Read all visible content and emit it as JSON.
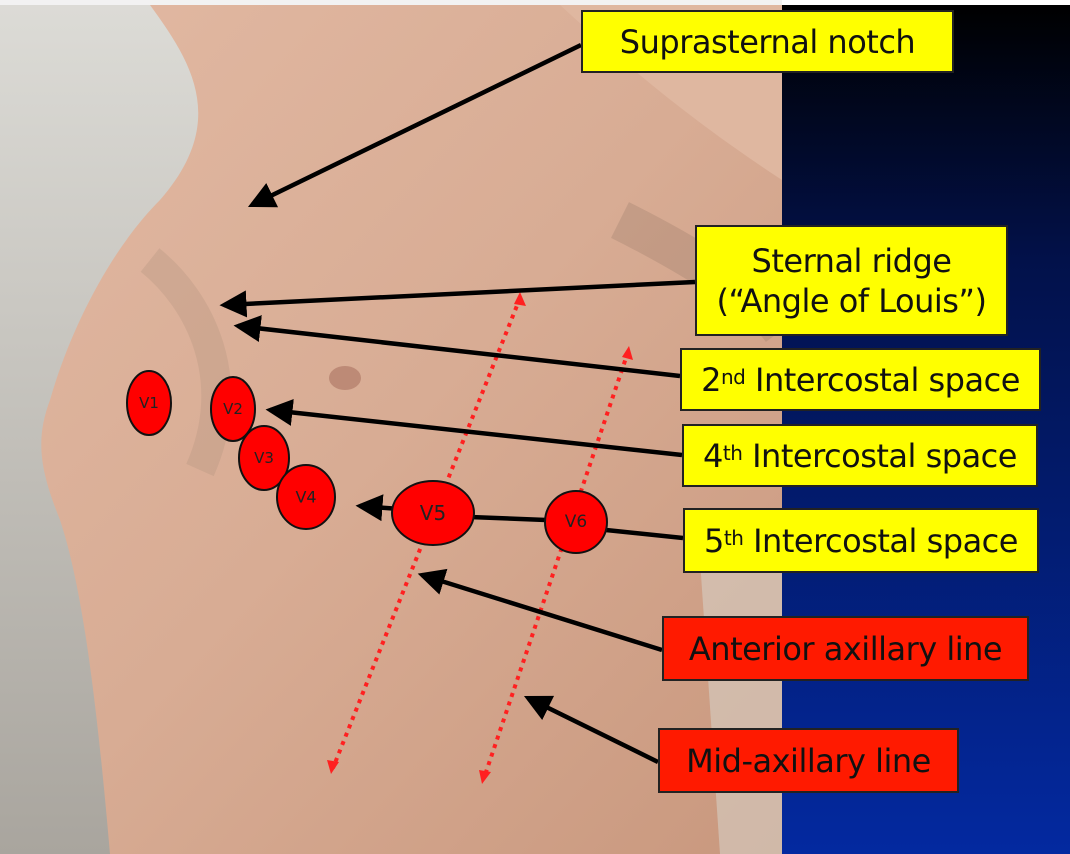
{
  "labels": {
    "suprasternal": "Suprasternal notch",
    "sternal_line1": "Sternal ridge",
    "sternal_line2": "(“Angle of Louis”)",
    "ic2": {
      "num": "2",
      "sup": "nd",
      "text": " Intercostal space"
    },
    "ic4": {
      "num": "4",
      "sup": "th",
      "text": " Intercostal space"
    },
    "ic5": {
      "num": "5",
      "sup": "th",
      "text": " Intercostal space"
    },
    "anterior_axillary": "Anterior axillary line",
    "mid_axillary": "Mid-axillary line"
  },
  "leads": [
    "V1",
    "V2",
    "V3",
    "V4",
    "V5",
    "V6"
  ],
  "colors": {
    "label_yellow": "#ffff00",
    "label_red": "#ff1a00",
    "electrode": "#ff0000",
    "dotted_line": "#ff2020"
  }
}
